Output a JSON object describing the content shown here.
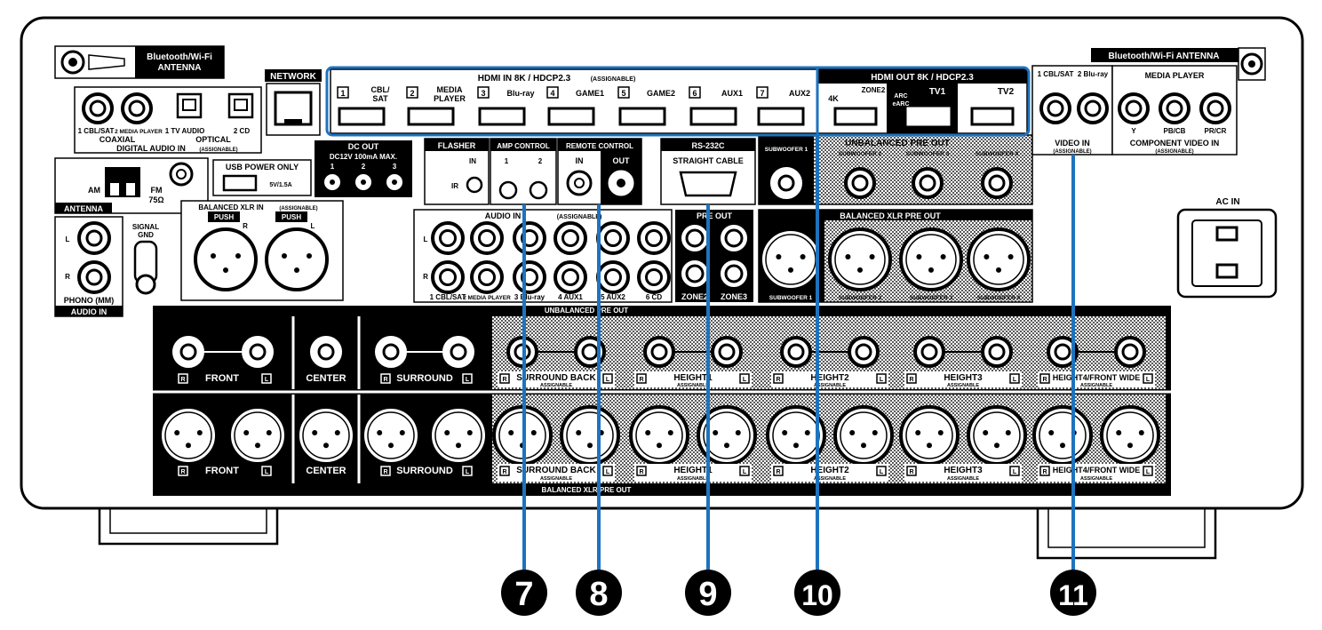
{
  "antenna_left": {
    "label1": "Bluetooth/Wi-Fi",
    "label2": "ANTENNA"
  },
  "antenna_right": {
    "label": "Bluetooth/Wi-Fi ANTENNA"
  },
  "network": {
    "label": "NETWORK"
  },
  "hdmi_in": {
    "title": "HDMI IN  8K / HDCP2.3",
    "assignable": "(ASSIGNABLE)",
    "inputs": [
      {
        "num": "1",
        "l1": "CBL/",
        "l2": "SAT"
      },
      {
        "num": "2",
        "l1": "MEDIA",
        "l2": "PLAYER"
      },
      {
        "num": "3",
        "l1": "Blu-ray",
        "l2": ""
      },
      {
        "num": "4",
        "l1": "GAME1",
        "l2": ""
      },
      {
        "num": "5",
        "l1": "GAME2",
        "l2": ""
      },
      {
        "num": "6",
        "l1": "AUX1",
        "l2": ""
      },
      {
        "num": "7",
        "l1": "AUX2",
        "l2": ""
      }
    ]
  },
  "hdmi_out": {
    "title": "HDMI OUT  8K / HDCP2.3",
    "zone2": "ZONE2",
    "k4": "4K",
    "tv1": "TV1",
    "arc": "ARC",
    "earc": "eARC",
    "tv2": "TV2"
  },
  "digital_audio": {
    "coax1": "1 CBL/SAT",
    "coax2": "2 MEDIA PLAYER",
    "opt1": "1 TV AUDIO",
    "opt2": "2 CD",
    "coaxial": "COAXIAL",
    "optical": "OPTICAL",
    "title": "DIGITAL AUDIO IN",
    "assignable": "(ASSIGNABLE)"
  },
  "dc_out": {
    "title": "DC OUT",
    "spec": "DC12V 100mA MAX.",
    "n1": "1",
    "n2": "2",
    "n3": "3"
  },
  "flasher": {
    "title": "FLASHER",
    "in": "IN",
    "ir": "IR"
  },
  "amp_control": {
    "title": "AMP CONTROL",
    "n1": "1",
    "n2": "2"
  },
  "remote_control": {
    "title": "REMOTE CONTROL",
    "in": "IN",
    "out": "OUT"
  },
  "rs232c": {
    "title": "RS-232C",
    "cable": "STRAIGHT CABLE"
  },
  "antenna_section": {
    "am": "AM",
    "fm": "FM",
    "ohm": "75Ω",
    "title": "ANTENNA"
  },
  "usb": {
    "label": "USB POWER ONLY",
    "spec": "5V/1.5A"
  },
  "balanced_xlr_in": {
    "title": "BALANCED XLR IN",
    "assignable": "(ASSIGNABLE)",
    "push": "PUSH",
    "r": "R",
    "l": "L"
  },
  "phono": {
    "l": "L",
    "r": "R",
    "label": "PHONO (MM)",
    "title": "AUDIO IN",
    "signal": "SIGNAL",
    "gnd": "GND"
  },
  "audio_in": {
    "title": "AUDIO IN",
    "assignable": "(ASSIGNABLE)",
    "labels": [
      "1 CBL/SAT",
      "2 MEDIA PLAYER",
      "3 Blu-ray",
      "4 AUX1",
      "5 AUX2",
      "6 CD"
    ]
  },
  "pre_out": {
    "title": "PRE OUT",
    "zone2": "ZONE2",
    "zone3": "ZONE3"
  },
  "unbalanced_pre_out_sub": {
    "title": "UNBALANCED PRE OUT",
    "subs": [
      "SUBWOOFER 1",
      "SUBWOOFER 2",
      "SUBWOOFER 3",
      "SUBWOOFER 4"
    ]
  },
  "balanced_xlr_pre_out_sub": {
    "title": "BALANCED XLR PRE OUT",
    "subs": [
      "SUBWOOFER 1",
      "SUBWOOFER 2",
      "SUBWOOFER 3",
      "SUBWOOFER 4"
    ]
  },
  "video_in": {
    "v1": "1 CBL/SAT",
    "v2": "2 Blu-ray",
    "title": "VIDEO IN",
    "assignable": "(ASSIGNABLE)"
  },
  "component": {
    "mp": "MEDIA PLAYER",
    "y": "Y",
    "pb": "PB/CB",
    "pr": "PR/CR",
    "title": "COMPONENT VIDEO IN",
    "assignable": "(ASSIGNABLE)"
  },
  "ac_in": {
    "label": "AC IN"
  },
  "speakers": {
    "unbalanced_title": "UNBALANCED PRE OUT",
    "balanced_title": "BALANCED XLR PRE OUT",
    "front": "FRONT",
    "center": "CENTER",
    "surround": "SURROUND",
    "surround_back": "SURROUND BACK",
    "height1": "HEIGHT1",
    "height2": "HEIGHT2",
    "height3": "HEIGHT3",
    "height4": "HEIGHT4/FRONT WIDE",
    "assignable": "ASSIGNABLE",
    "r": "R",
    "l": "L"
  },
  "callouts": [
    "7",
    "8",
    "9",
    "10",
    "11"
  ],
  "colors": {
    "callout_line": "#1e73be",
    "callout_circle": "#000000",
    "panel": "#000000",
    "hatch": "#6f6f6f"
  }
}
